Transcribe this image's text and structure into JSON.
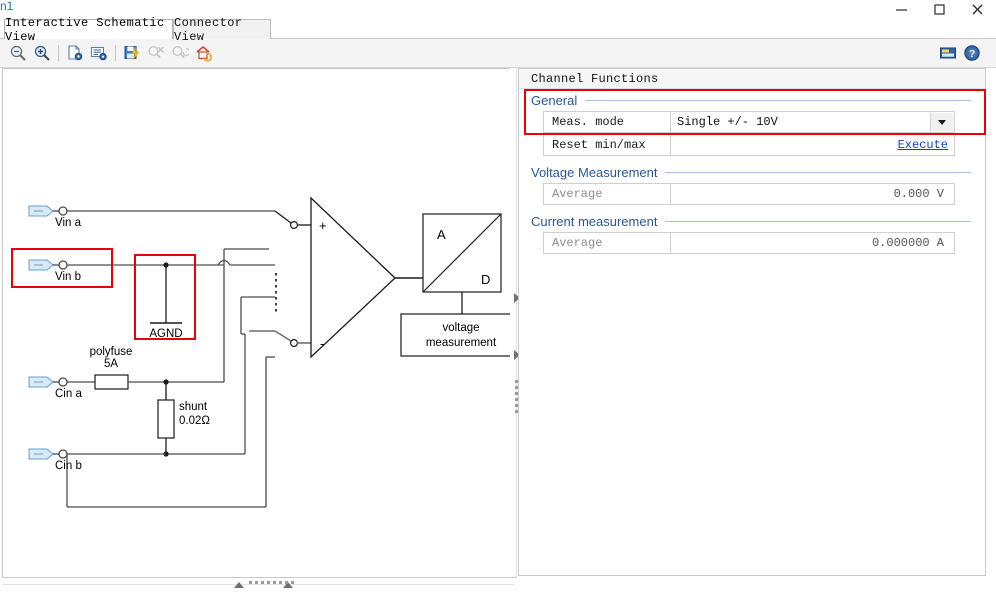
{
  "window": {
    "title_fragment": "n1",
    "controls": [
      {
        "name": "minimize",
        "glyph": "—"
      },
      {
        "name": "maximize",
        "glyph": "□"
      },
      {
        "name": "close",
        "glyph": "✕"
      }
    ]
  },
  "tabs": [
    {
      "label": "Interactive Schematic View",
      "active": true
    },
    {
      "label": "Connector View",
      "active": false
    }
  ],
  "toolbar": {
    "left_items": [
      {
        "name": "zoom-out-icon",
        "enabled": true
      },
      {
        "name": "zoom-in-icon",
        "enabled": true
      },
      {
        "name": "document-settings-icon",
        "enabled": true
      },
      {
        "name": "report-settings-icon",
        "enabled": true
      },
      {
        "name": "save-flash-icon",
        "enabled": true
      },
      {
        "name": "delete-signal-icon",
        "enabled": false
      },
      {
        "name": "undo-signal-icon",
        "enabled": false
      },
      {
        "name": "home-refresh-icon",
        "enabled": true
      }
    ],
    "right_items": [
      {
        "name": "open-folder-icon",
        "enabled": true
      },
      {
        "name": "help-icon",
        "enabled": true
      }
    ]
  },
  "schematic": {
    "ports": [
      {
        "label": "Vin a"
      },
      {
        "label": "Vin b"
      },
      {
        "label": "Cin a"
      },
      {
        "label": "Cin b"
      }
    ],
    "components": [
      {
        "name": "agnd-symbol",
        "label": "AGND"
      },
      {
        "name": "polyfuse",
        "label": "polyfuse",
        "value": "5A"
      },
      {
        "name": "shunt-resistor",
        "label": "shunt",
        "value": "0.02Ω"
      },
      {
        "name": "amplifier",
        "plus": "+",
        "minus": "-"
      },
      {
        "name": "adc-block",
        "top_label": "A",
        "bottom_label": "D"
      },
      {
        "name": "voltage-measurement-block",
        "line1": "voltage",
        "line2": "measurement"
      }
    ],
    "highlights": [
      {
        "name": "vin-b-highlight"
      },
      {
        "name": "agnd-highlight"
      }
    ]
  },
  "properties": {
    "header": "Channel Functions",
    "groups": [
      {
        "name": "general",
        "title": "General",
        "highlighted": true,
        "rows": [
          {
            "name": "meas-mode",
            "label": "Meas. mode",
            "value": "Single +/- 10V",
            "control": "combobox",
            "enabled": true
          },
          {
            "name": "reset-min-max",
            "label": "Reset min/max",
            "value": "",
            "control": "link",
            "link_label": "Execute",
            "enabled": true
          }
        ]
      },
      {
        "name": "voltage-measurement",
        "title": "Voltage Measurement",
        "highlighted": false,
        "rows": [
          {
            "name": "voltage-average",
            "label": "Average",
            "value": "0.000  V",
            "control": "readonly",
            "enabled": false
          }
        ]
      },
      {
        "name": "current-measurement",
        "title": "Current measurement",
        "highlighted": false,
        "rows": [
          {
            "name": "current-average",
            "label": "Average",
            "value": "0.000000  A",
            "control": "readonly",
            "enabled": false
          }
        ]
      }
    ]
  },
  "colors": {
    "accent_blue": "#2b579a",
    "highlight_red": "#e8000d",
    "link_blue": "#1144cc",
    "title_blue": "#1a73c8",
    "toolbar_bg": "#f4f4f4"
  }
}
